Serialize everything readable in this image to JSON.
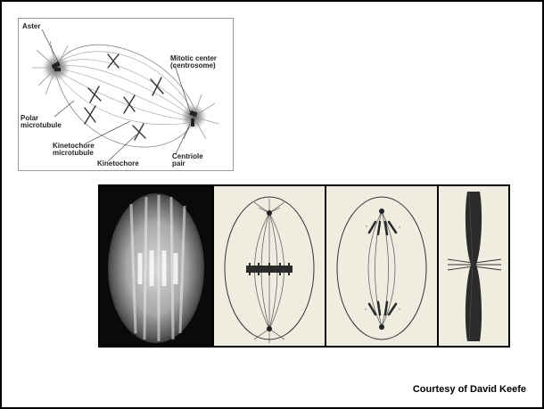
{
  "diagram": {
    "labels": {
      "aster": "Aster",
      "mitotic_center_line1": "Mitotic center",
      "mitotic_center_line2": "(centrosome)",
      "polar_line1": "Polar",
      "polar_line2": "microtubule",
      "kmt_line1": "Kinetochore",
      "kmt_line2": "microtubule",
      "kinetochore": "Kinetochore",
      "centriole_line1": "Centriole",
      "centriole_line2": "pair"
    }
  },
  "credit": {
    "text": "Courtesy of David Keefe"
  },
  "colors": {
    "frame_bg": "#efece0",
    "ink": "#333333",
    "chromosome": "#2b2b2b"
  }
}
